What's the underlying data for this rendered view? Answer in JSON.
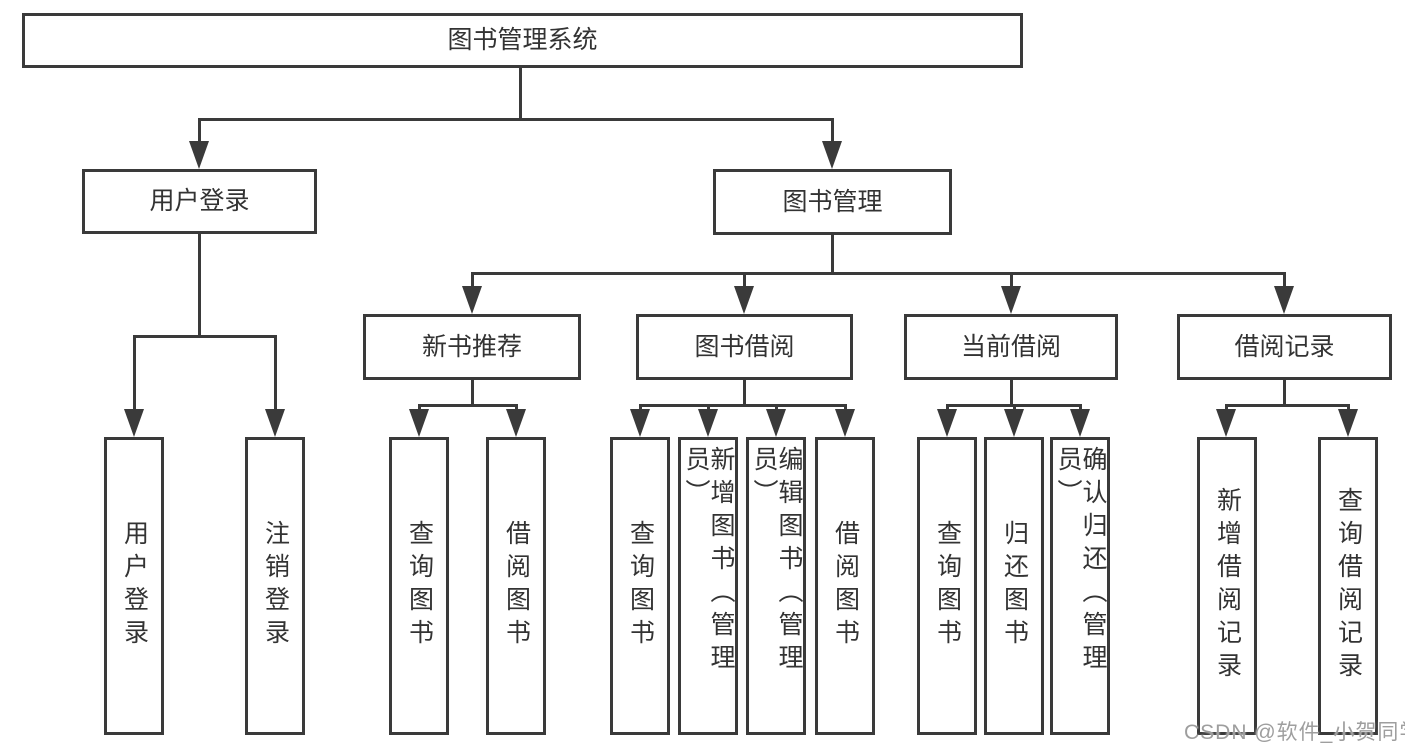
{
  "diagram_title": "图书管理系统",
  "tree": {
    "label": "图书管理系统",
    "children": [
      {
        "label": "用户登录",
        "children": [
          {
            "label": "用户登录"
          },
          {
            "label": "注销登录"
          }
        ]
      },
      {
        "label": "图书管理",
        "children": [
          {
            "label": "新书推荐",
            "children": [
              {
                "label": "查询图书"
              },
              {
                "label": "借阅图书"
              }
            ]
          },
          {
            "label": "图书借阅",
            "children": [
              {
                "label": "查询图书"
              },
              {
                "label": "新增图书（管理员）"
              },
              {
                "label": "编辑图书（管理员）"
              },
              {
                "label": "借阅图书"
              }
            ]
          },
          {
            "label": "当前借阅",
            "children": [
              {
                "label": "查询图书"
              },
              {
                "label": "归还图书"
              },
              {
                "label": "确认归还（管理员）"
              }
            ]
          },
          {
            "label": "借阅记录",
            "children": [
              {
                "label": "新增借阅记录"
              },
              {
                "label": "查询借阅记录"
              }
            ]
          }
        ]
      }
    ]
  },
  "watermark": {
    "text": "CSDN @软件_小贺同学"
  },
  "colors": {
    "line": "#3a3a3a",
    "text": "#333333",
    "background": "#ffffff",
    "watermark": "#9e9e9e"
  }
}
